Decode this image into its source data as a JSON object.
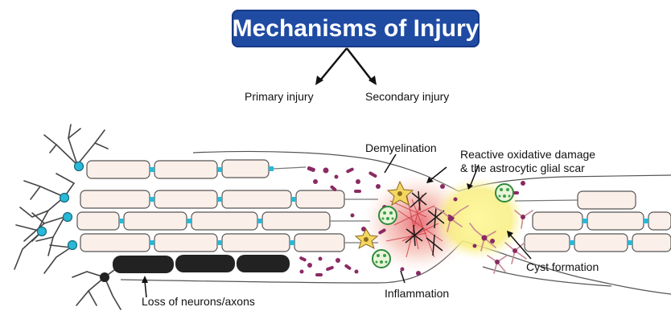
{
  "title": "Mechanisms of Injury",
  "branches": {
    "primary": "Primary injury",
    "secondary": "Secondary injury"
  },
  "labels": {
    "demyelination": "Demyelination",
    "oxidative_line1": "Reactive oxidative damage",
    "oxidative_line2": "& the astrocytic glial scar",
    "cyst": "Cyst formation",
    "inflammation": "Inflammation",
    "loss": "Loss of neurons/axons"
  },
  "colors": {
    "title_bg": "#1f4ba3",
    "node": "#29b8d6",
    "myelin_fill": "#fbefe9",
    "axon_dark": "#222222",
    "injury_red": "#c8323a",
    "cyst_yellow": "#f7ef86",
    "debris": "#8a2a62",
    "astrocyte": "#c78a94",
    "microglia_green": "#3aa04a",
    "star_cell": "#f4d760"
  }
}
